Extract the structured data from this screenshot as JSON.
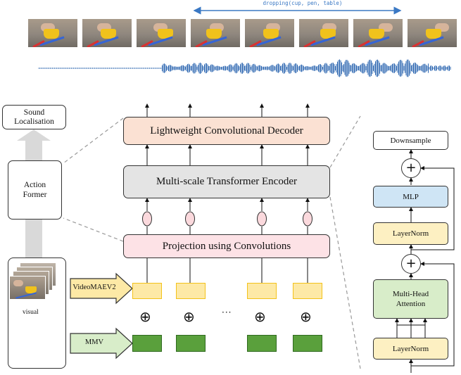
{
  "timeline": {
    "label": "dropping(cup, pen, table)"
  },
  "left": {
    "output_label": "Sound Localisation",
    "model_label": "Action Former",
    "visual_label": "visual"
  },
  "center": {
    "decoder_label": "Lightweight Convolutional Decoder",
    "encoder_label": "Multi-scale Transformer Encoder",
    "projection_label": "Projection using Convolutions",
    "video_feature_label": "VideoMAEV2",
    "audio_feature_label": "MMV",
    "plus_symbol": "⊕",
    "ellipsis": "···"
  },
  "block": {
    "downsample_label": "Downsample",
    "mlp_label": "MLP",
    "layernorm_top_label": "LayerNorm",
    "attention_label": "Multi-Head Attention",
    "layernorm_bottom_label": "LayerNorm",
    "residual_symbol": "+"
  },
  "colors": {
    "timeline_blue": "#3a78c4",
    "waveform_blue": "#2e67b1",
    "decoder_fill": "#fbe1d3",
    "encoder_fill": "#e4e4e4",
    "projection_fill": "#fde2e6",
    "ellipse_fill": "#fbd9dd",
    "video_token_fill": "#fde9a6",
    "video_token_border": "#f3c21a",
    "audio_token_fill": "#5aa03c",
    "mlp_fill": "#cfe5f5",
    "attention_fill": "#d8edc9",
    "layernorm_fill": "#fdf0c2",
    "block_bg": "#f1f1f1"
  }
}
